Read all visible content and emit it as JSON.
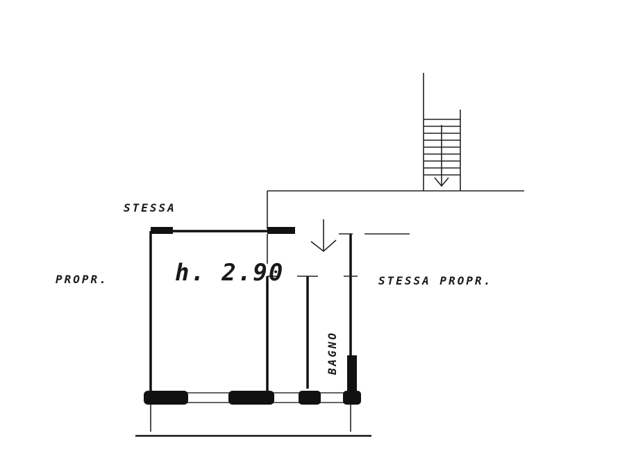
{
  "labels": {
    "top_left": "STESSA",
    "left": "PROPR.",
    "right": "STESSA PROPR.",
    "height": "h. 2.90",
    "bathroom": "BAGNO"
  },
  "colors": {
    "ink": "#111111",
    "paper": "#ffffff"
  }
}
